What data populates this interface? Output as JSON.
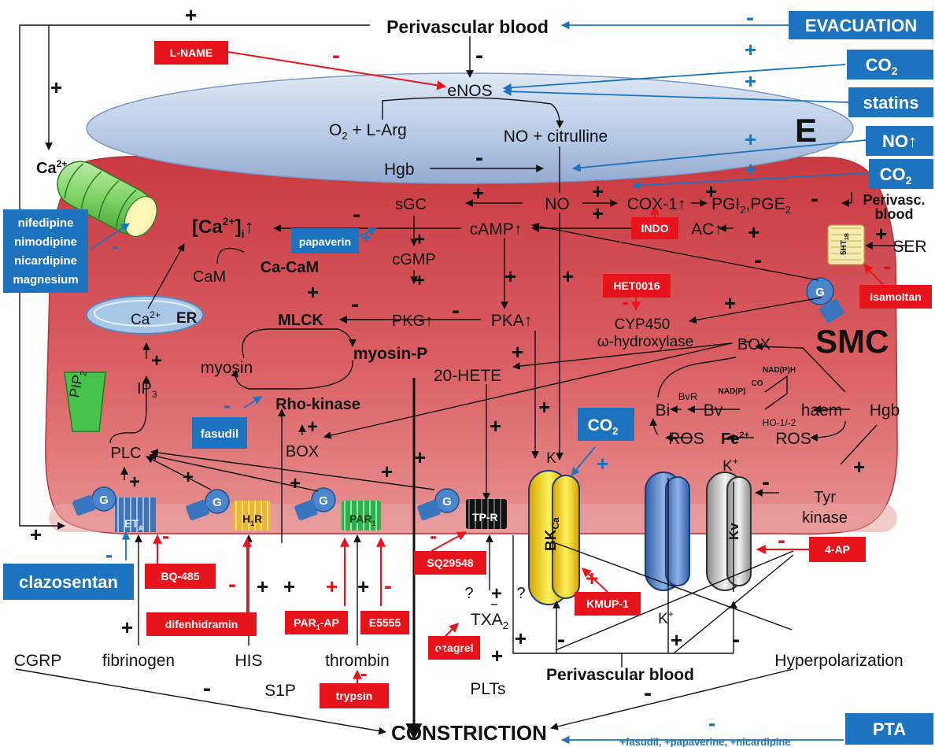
{
  "colors": {
    "blue_box": "#1e73be",
    "red_box": "#e8141b",
    "endothelium": "#b9cbe6",
    "smooth_muscle": "#d7555a",
    "membrane_band": "#e9a3a3"
  },
  "labels": {
    "perivascular_blood_top": "Perivascular blood",
    "enos": "eNOS",
    "o2_larg": "O",
    "o2_larg_sub": "2",
    "o2_larg_rest": " + L-Arg",
    "no_citrulline": "NO + citrulline",
    "hgb_endo": "Hgb",
    "endothelium_mark": "E",
    "smc_mark": "SMC",
    "ca_top": "Ca",
    "ca_top_sup": "2+",
    "sgc": "sGC",
    "no": "NO",
    "cox1": "COX-1↑",
    "pgi": "PGI",
    "pgi_sub": "2",
    "pge": ",PGE",
    "pge_sub": "2",
    "perivasc_blood_right_1": "Perivasc.",
    "perivasc_blood_right_2": "blood",
    "camp": "cAMP↑",
    "ac": "AC↑",
    "cai": "[Ca",
    "cai_sup": "2+",
    "cai_close": "]",
    "cai_sub": "i",
    "cai_arrow": "↑",
    "cgmp": "cGMP",
    "cam": "CaM",
    "cacam": "Ca-CaM",
    "pkg": "PKG↑",
    "pka": "PKA↑",
    "mlck": "MLCK",
    "cyp450": "CYP450",
    "hydroxylase": "ω-hydroxylase",
    "box_right": "BOX",
    "ca_er": "Ca",
    "ca_er_sup": "2+",
    "er": "ER",
    "myosin": "myosin",
    "myosin_p": "myosin-P",
    "hete": "20-HETE",
    "ip3": "IP",
    "ip3_sub": "3",
    "pip2": "PIP",
    "pip2_sub": "2",
    "rho_kinase": "Rho-kinase",
    "box_mid": "BOX",
    "plc": "PLC",
    "bi": "Bi",
    "bvr": "BvR",
    "bv": "Bv",
    "nadp": "NAD(P)",
    "co": "CO",
    "nadph": "NAD(P)H",
    "ho12": "HO-1/-2",
    "haem": "haem",
    "hgb_right": "Hgb",
    "ros_left": "ROS",
    "fe": "Fe",
    "fe_sup": "2+",
    "ros_right": "ROS",
    "k_top_mid": "K",
    "k_top_mid_sup": "+",
    "k_top_right": "K",
    "k_top_right_sup": "+",
    "tyr_kinase_1": "Tyr",
    "tyr_kinase_2": "kinase",
    "ser": "SER",
    "eta_receptor": "ET",
    "eta_receptor_sub": "A",
    "h1r": "H",
    "h1r_sub": "1",
    "h1r_rest": "R",
    "par1": "PAR",
    "par1_sub": "1",
    "tpr": "TP-R",
    "bkca": "BK",
    "bkca_sub": "Ca",
    "kv": "Kv",
    "ht1b": "5HT",
    "ht1b_sub": "1B",
    "g_protein": "G",
    "cgrp": "CGRP",
    "fibrinogen": "fibrinogen",
    "his": "HIS",
    "s1p": "S1P",
    "thrombin": "thrombin",
    "qmark": "?",
    "txa2": "TXA",
    "txa2_sub": "2",
    "plts": "PLTs",
    "perivascular_blood_bottom": "Perivascular blood",
    "k_bottom": "K",
    "k_bottom_sup": "+",
    "hyperpolarization": "Hyperpolarization",
    "constriction": "CONSTRICTION",
    "pta_note": "+fasudil, +papaverine, +nicardipine",
    "plus": "+",
    "minus": "-"
  },
  "boxes": {
    "evacuation": "EVACUATION",
    "co2_top": "CO",
    "co2_top_sub": "2",
    "statins": "statins",
    "no_up": "NO↑",
    "co2_mid": "CO",
    "co2_mid_sub": "2",
    "ca_blockers": [
      "nifedipine",
      "nimodipine",
      "nicardipine",
      "magnesium"
    ],
    "papaverin": "papaverin",
    "fasudil": "fasudil",
    "co2_smc": "CO",
    "co2_smc_sub": "2",
    "clazosentan": "clazosentan",
    "pta": "PTA",
    "l_name": "L-NAME",
    "indo": "INDO",
    "het0016": "HET0016",
    "isamoltan": "isamoltan",
    "bq485": "BQ-485",
    "difenhidramin": "difenhidramin",
    "par1_ap": "PAR",
    "par1_ap_sub": "1",
    "par1_ap_rest": "-AP",
    "e5555": "E5555",
    "sq29548": "SQ29548",
    "kmup1": "KMUP-1",
    "ozagrel": "ozagrel",
    "trypsin": "trypsin",
    "four_ap": "4-AP"
  }
}
